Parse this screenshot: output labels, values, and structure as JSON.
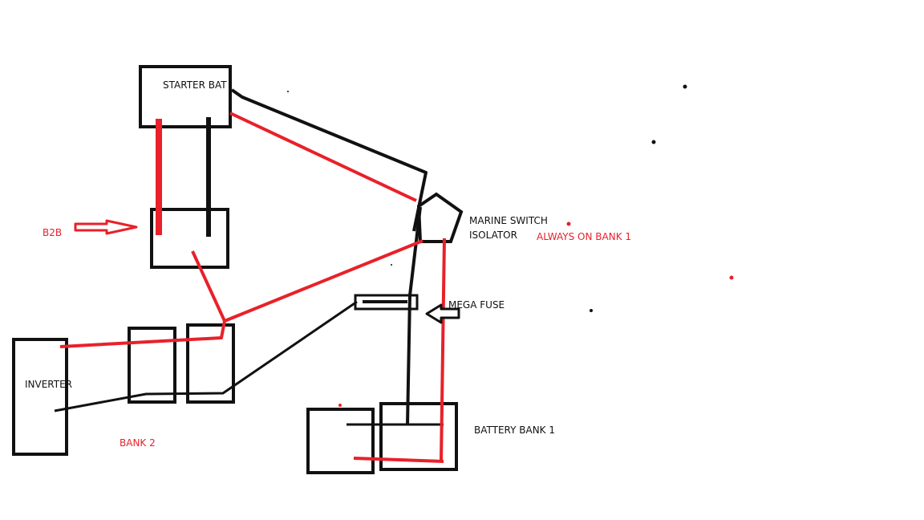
{
  "labels": {
    "starter_bat": "STARTER BAT",
    "b2b": "B2B",
    "marine_switch_line1": "MARINE SWITCH",
    "marine_switch_line2": "ISOLATOR",
    "always_on": "ALWAYS ON BANK 1",
    "mega_fuse": "MEGA FUSE",
    "inverter": "INVERTER",
    "bank2": "BANK 2",
    "battery_bank1": "BATTERY BANK 1"
  },
  "colors": {
    "negative_wire": "#111111",
    "positive_wire": "#e8212a",
    "background": "#ffffff"
  }
}
